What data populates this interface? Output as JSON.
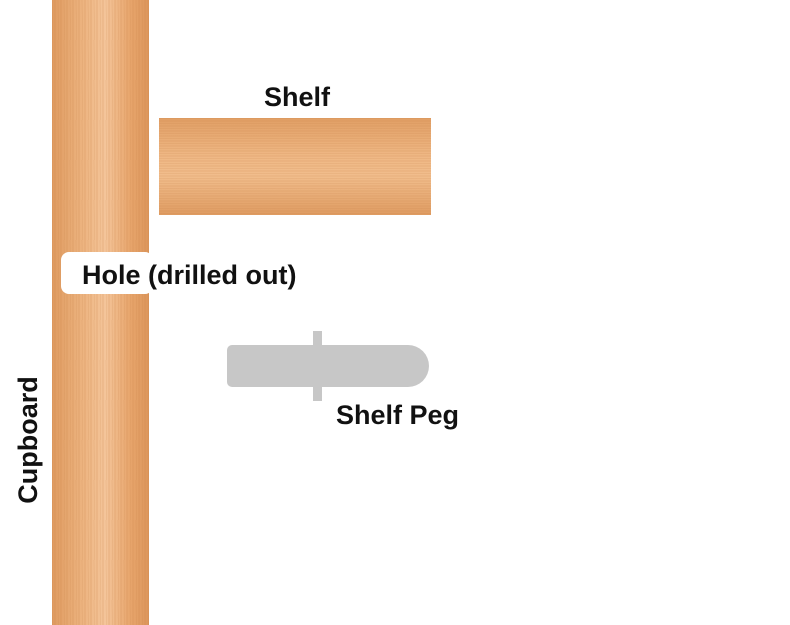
{
  "labels": {
    "shelf": "Shelf",
    "hole": "Hole (drilled out)",
    "shelf_peg": "Shelf Peg",
    "cupboard": "Cupboard"
  },
  "colors": {
    "wood_base": "#e9a86e",
    "wood_light": "#f4c79c",
    "wood_dark": "#c9844a",
    "peg": "#c7c7c7",
    "background": "#ffffff",
    "text": "#111111"
  }
}
